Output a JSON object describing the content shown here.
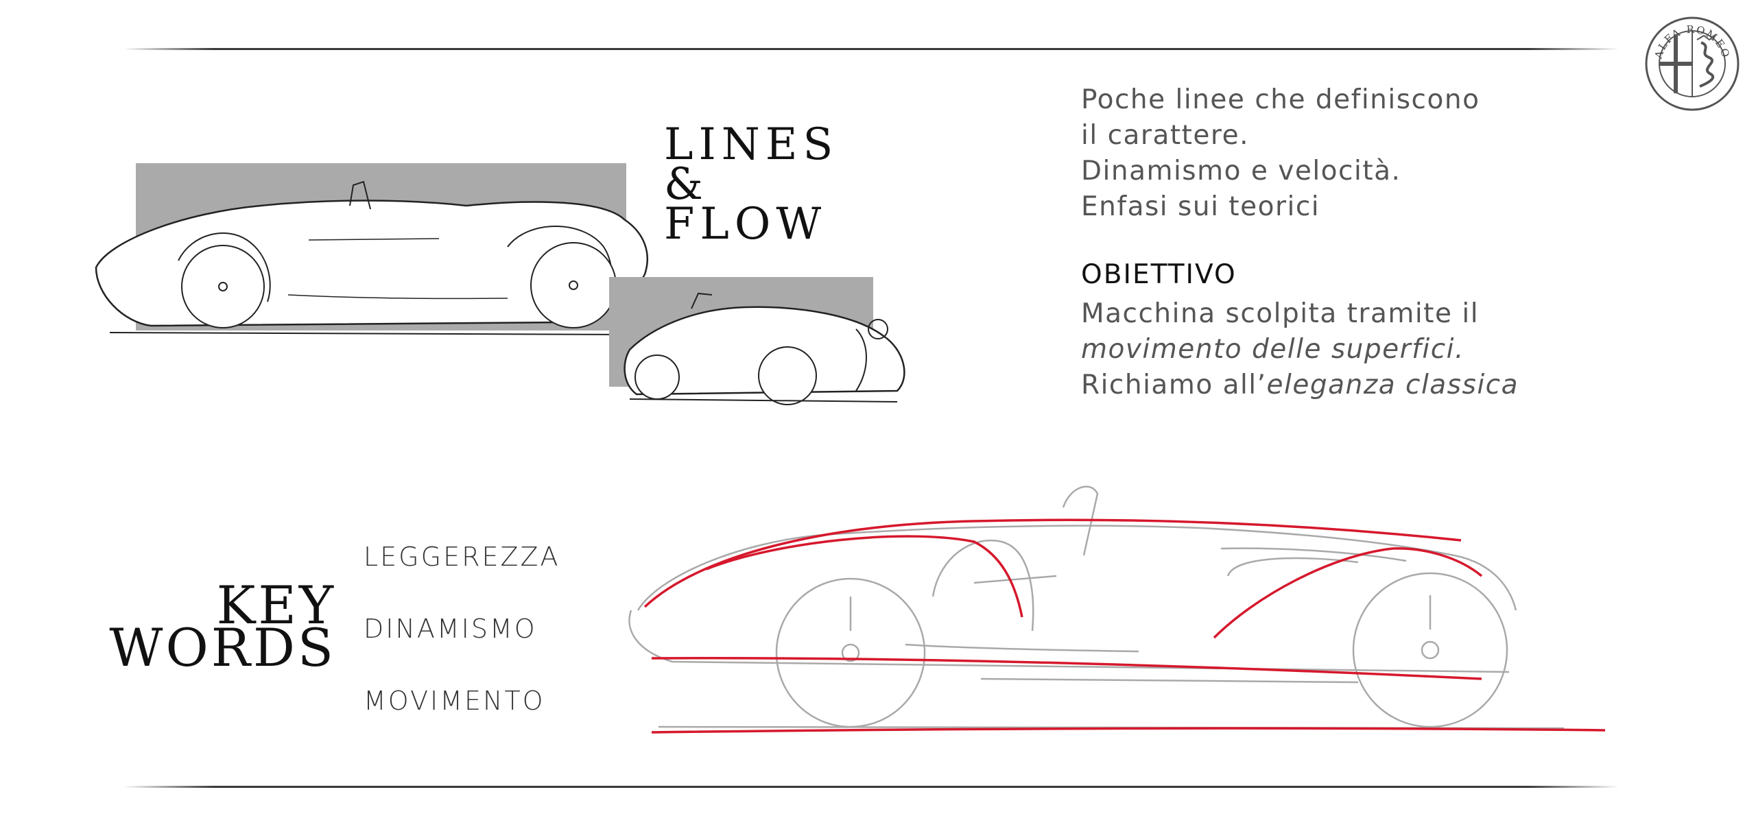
{
  "header": {
    "title_lines": [
      "LINES",
      "&",
      "FLOW"
    ]
  },
  "logo": {
    "text": "ALFA ROMEO",
    "icon": "alfa-romeo-badge-icon"
  },
  "description": {
    "lines": [
      "Poche linee che definiscono",
      "il carattere.",
      "Dinamismo e velocità.",
      "Enfasi sui teorici"
    ]
  },
  "objective": {
    "title": "OBIETTIVO",
    "line1": "Macchina scolpita tramite il",
    "line2_italic": "movimento delle superfici.",
    "line3_prefix": "Richiamo all’",
    "line3_italic": "eleganza classica"
  },
  "keywords_section": {
    "title_lines": [
      "KEY",
      "WORDS"
    ],
    "items": [
      "LEGGEREZZA",
      "DINAMISMO",
      "MOVIMENTO"
    ]
  },
  "colors": {
    "accent_red": "#d6182d",
    "sketch_gray": "#a9a9a9",
    "box_gray": "#aaaaaa",
    "ink": "#222222"
  }
}
